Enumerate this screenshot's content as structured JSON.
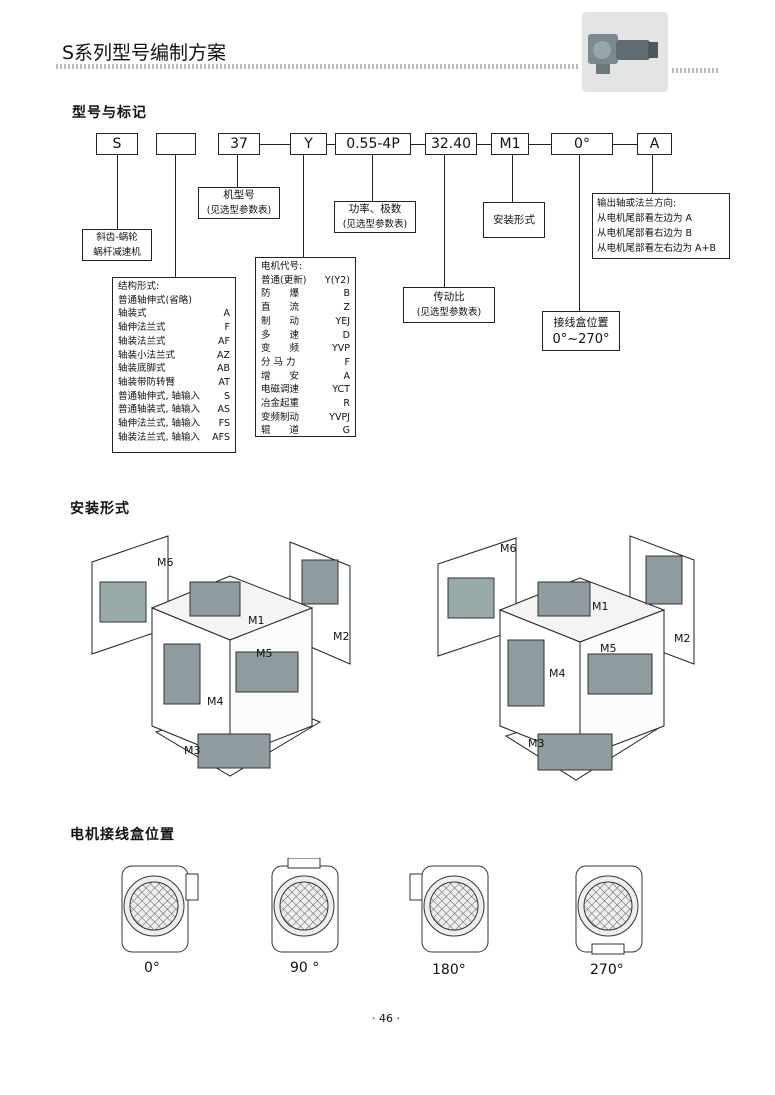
{
  "header": {
    "title": "S系列型号编制方案"
  },
  "model_section": {
    "title": "型号与标记",
    "code_boxes": [
      "S",
      "",
      "37",
      "Y",
      "0.55-4P",
      "32.40",
      "M1",
      "0°",
      "A"
    ],
    "gear_type": [
      "斜齿-蜗轮",
      "蜗杆减速机"
    ],
    "frame": [
      "机型号",
      "(见选型参数表)"
    ],
    "power": [
      "功率、极数",
      "(见选型参数表)"
    ],
    "mounting": [
      "安装形式"
    ],
    "output": [
      "输出轴或法兰方向:",
      "从电机尾部看左边为 A",
      "从电机尾部看右边为 B",
      "从电机尾部看左右边为 A+B"
    ],
    "ratio": [
      "传动比",
      "(见选型参数表)"
    ],
    "terminal": [
      "接线盒位置",
      "0°~270°"
    ],
    "structure": {
      "title": "结构形式:",
      "items": [
        {
          "name": "普通轴伸式(省略)",
          "code": ""
        },
        {
          "name": "轴装式",
          "code": "A"
        },
        {
          "name": "轴伸法兰式",
          "code": "F"
        },
        {
          "name": "轴装法兰式",
          "code": "AF"
        },
        {
          "name": "轴装小法兰式",
          "code": "AZ"
        },
        {
          "name": "轴装底脚式",
          "code": "AB"
        },
        {
          "name": "轴装带防转臂",
          "code": "AT"
        },
        {
          "name": "普通轴伸式, 轴输入",
          "code": "S"
        },
        {
          "name": "普通轴装式, 轴输入",
          "code": "AS"
        },
        {
          "name": "轴伸法兰式, 轴输入",
          "code": "FS"
        },
        {
          "name": "轴装法兰式, 轴输入",
          "code": "AFS"
        }
      ]
    },
    "motor": {
      "title": "电机代号:",
      "items": [
        {
          "name": "普通(更新)",
          "code": "Y(Y2)"
        },
        {
          "name": "防　　爆",
          "code": "B"
        },
        {
          "name": "直　　流",
          "code": "Z"
        },
        {
          "name": "制　　动",
          "code": "YEJ"
        },
        {
          "name": "多　　速",
          "code": "D"
        },
        {
          "name": "变　　频",
          "code": "YVP"
        },
        {
          "name": "分 马 力",
          "code": "F"
        },
        {
          "name": "增　　安",
          "code": "A"
        },
        {
          "name": "电磁调速",
          "code": "YCT"
        },
        {
          "name": "冶金起重",
          "code": "R"
        },
        {
          "name": "变频制动",
          "code": "YVPJ"
        },
        {
          "name": "辊　　道",
          "code": "G"
        }
      ]
    }
  },
  "install_section": {
    "title": "安装形式",
    "positions": [
      "M1",
      "M2",
      "M3",
      "M4",
      "M5",
      "M6"
    ]
  },
  "terminal_section": {
    "title": "电机接线盒位置",
    "angles": [
      "0°",
      "90 °",
      "180°",
      "270°"
    ]
  },
  "page_number": "· 46 ·"
}
